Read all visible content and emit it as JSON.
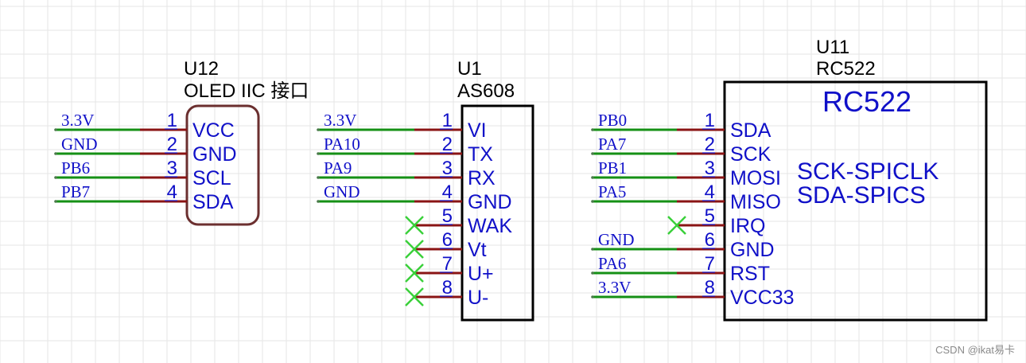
{
  "components": [
    {
      "id": "u12",
      "ref_lines": [
        "U12",
        "OLED IIC 接口"
      ],
      "body_label": "",
      "pins": [
        {
          "num": "1",
          "name": "VCC",
          "net": "3.3V",
          "nc": false
        },
        {
          "num": "2",
          "name": "GND",
          "net": "GND",
          "nc": false
        },
        {
          "num": "3",
          "name": "SCL",
          "net": "PB6",
          "nc": false
        },
        {
          "num": "4",
          "name": "SDA",
          "net": "PB7",
          "nc": false
        }
      ]
    },
    {
      "id": "u1",
      "ref_lines": [
        "U1",
        "AS608"
      ],
      "body_label": "",
      "pins": [
        {
          "num": "1",
          "name": "VI",
          "net": "3.3V",
          "nc": false
        },
        {
          "num": "2",
          "name": "TX",
          "net": "PA10",
          "nc": false
        },
        {
          "num": "3",
          "name": "RX",
          "net": "PA9",
          "nc": false
        },
        {
          "num": "4",
          "name": "GND",
          "net": "GND",
          "nc": false
        },
        {
          "num": "5",
          "name": "WAK",
          "net": "",
          "nc": true
        },
        {
          "num": "6",
          "name": "Vt",
          "net": "",
          "nc": true
        },
        {
          "num": "7",
          "name": "U+",
          "net": "",
          "nc": true
        },
        {
          "num": "8",
          "name": "U-",
          "net": "",
          "nc": true
        }
      ]
    },
    {
      "id": "u11",
      "ref_lines": [
        "U11",
        "RC522"
      ],
      "body_label": "RC522",
      "body_notes": [
        "SCK-SPICLK",
        "SDA-SPICS"
      ],
      "pins": [
        {
          "num": "1",
          "name": "SDA",
          "net": "PB0",
          "nc": false
        },
        {
          "num": "2",
          "name": "SCK",
          "net": "PA7",
          "nc": false
        },
        {
          "num": "3",
          "name": "MOSI",
          "net": "PB1",
          "nc": false
        },
        {
          "num": "4",
          "name": "MISO",
          "net": "PA5",
          "nc": false
        },
        {
          "num": "5",
          "name": "IRQ",
          "net": "",
          "nc": true
        },
        {
          "num": "6",
          "name": "GND",
          "net": "GND",
          "nc": false
        },
        {
          "num": "7",
          "name": "RST",
          "net": "PA6",
          "nc": false
        },
        {
          "num": "8",
          "name": "VCC33",
          "net": "3.3V",
          "nc": false
        }
      ]
    }
  ],
  "watermark": "CSDN @ikat易卡",
  "colors": {
    "background": "#ffffff",
    "grid": "#e6e6e6",
    "wire": "#159015",
    "pin": "#8a1414",
    "text": "#1010c8",
    "no_connect": "#3ad03a",
    "body_outline_u12": "#6b2f2f",
    "body_outline": "#000000"
  }
}
